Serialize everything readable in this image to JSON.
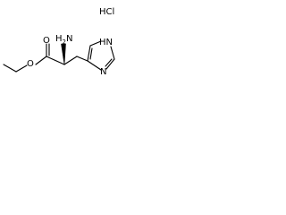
{
  "molecule": {
    "salt_label": "HCl",
    "amine_label": "H",
    "amine_subscript": "2",
    "amine_atom": "N",
    "carbonyl_oxygen": "O",
    "ester_oxygen": "O",
    "ring_nh_label": "HN",
    "ring_n_label": "N"
  },
  "colors": {
    "ink": "#000000",
    "background": "#ffffff"
  }
}
